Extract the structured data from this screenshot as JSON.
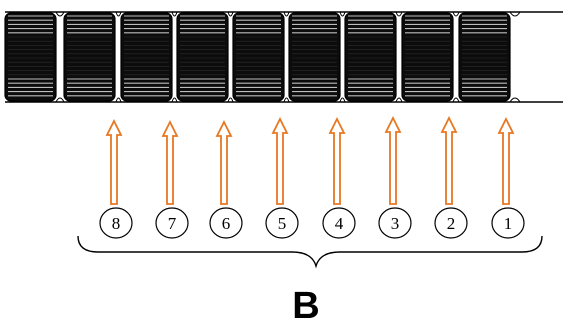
{
  "diagram": {
    "segment_count": 9,
    "accent_color": "#e87722",
    "outline_color": "#000000",
    "labels": [
      "8",
      "7",
      "6",
      "5",
      "4",
      "3",
      "2",
      "1"
    ],
    "group_label": "B"
  }
}
